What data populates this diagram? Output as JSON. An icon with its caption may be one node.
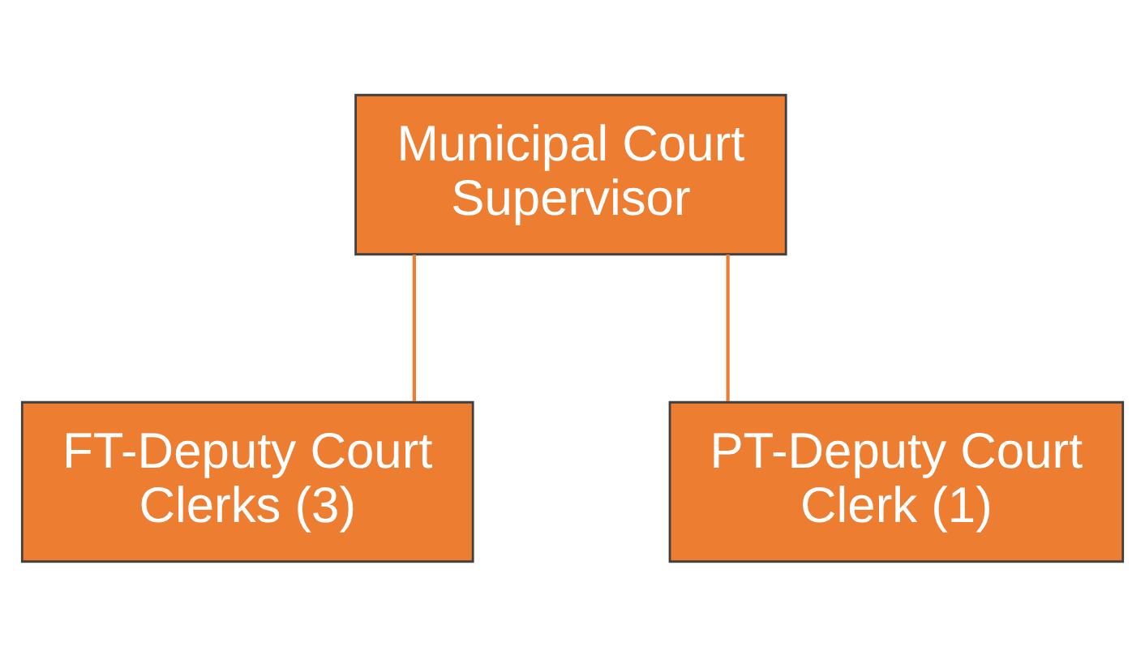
{
  "diagram": {
    "nodes": [
      {
        "text": [
          "Municipal Court Supervisor"
        ]
      },
      {
        "text": [
          "FT-Deputy Court Clerks (3)"
        ]
      },
      {
        "text": [
          "PT-Deputy Court Clerk (1)"
        ]
      }
    ],
    "edges": [
      {
        "from": 0,
        "to": 1,
        "arrow": "none"
      },
      {
        "from": 0,
        "to": 2,
        "arrow": "none"
      }
    ]
  }
}
